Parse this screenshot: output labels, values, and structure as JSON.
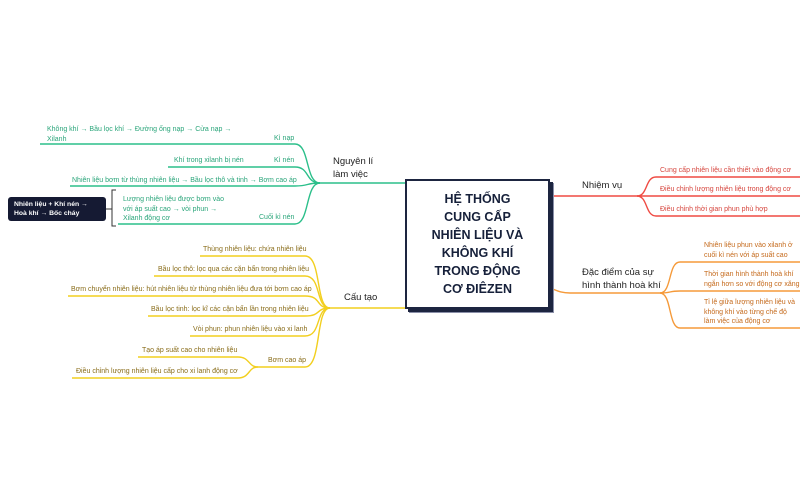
{
  "center": {
    "title_lines": [
      "HỆ THỐNG",
      "CUNG CẤP",
      "NHIÊN LIỆU VÀ",
      "KHÔNG KHÍ",
      "TRONG ĐỘNG",
      "CƠ ĐIÊZEN"
    ]
  },
  "colors": {
    "nguyen_li": "#2bbf8a",
    "cau_tao": "#f2cf1f",
    "nhiem_vu": "#ef4a42",
    "dac_diem": "#f59a3a",
    "center_border": "#1d2540"
  },
  "branches": {
    "nguyen_li": {
      "label_line1": "Nguyên lí",
      "label_line2": "làm việc",
      "children": [
        {
          "label": "Kì nạp",
          "detail_line1": "Không khí → Bầu lọc khí → Đường ống nạp → Cửa nạp →",
          "detail_line2": "Xilanh"
        },
        {
          "label": "Kì nén",
          "detail": "Khí trong xilanh bị nén"
        },
        {
          "detail": "Nhiên liệu bơm từ thùng nhiên liệu → Bầu lọc thô và tinh → Bơm cao áp"
        },
        {
          "label": "Cuối kì nén",
          "detail_line1": "Lượng nhiên liệu được bơm vào",
          "detail_line2": "với áp suất cao → vòi phun →",
          "detail_line3": "Xilanh động cơ",
          "note_line1": "Nhiên liệu + Khí nén →",
          "note_line2": "Hoà khí → Bốc cháy"
        }
      ]
    },
    "cau_tao": {
      "label": "Cấu tạo",
      "children": [
        {
          "text": "Thùng nhiên liệu: chứa nhiên liệu"
        },
        {
          "text": "Bầu lọc thô: lọc qua các cặn bẩn trong nhiên liệu"
        },
        {
          "text": "Bơm chuyển nhiên liệu: hút nhiên liệu từ thùng nhiên liệu đưa tới bơm cao áp"
        },
        {
          "text": "Bầu lọc tinh: lọc kĩ các cặn bẩn lần trong nhiên liệu"
        },
        {
          "text": "Vòi phun: phun nhiên liệu vào xi lanh"
        },
        {
          "text": "Bơm cao áp",
          "children": [
            {
              "text": "Tạo áp suất cao cho nhiên liệu"
            },
            {
              "text": "Điều chỉnh lượng nhiên liệu cấp cho xi lanh động cơ"
            }
          ]
        }
      ]
    },
    "nhiem_vu": {
      "label": "Nhiệm vụ",
      "children": [
        {
          "text": "Cung cấp nhiên liệu cần thiết vào động cơ"
        },
        {
          "text": "Điều chỉnh lượng nhiên liệu trong động cơ"
        },
        {
          "text": "Điều chỉnh thời gian phun phù hợp"
        }
      ]
    },
    "dac_diem": {
      "label_line1": "Đặc điểm của sự",
      "label_line2": "hình thành hoà khí",
      "children": [
        {
          "line1": "Nhiên liệu phun vào xilanh ở",
          "line2": "cuối kì nén với áp suất cao"
        },
        {
          "line1": "Thời gian hình thành hoà khí",
          "line2": "ngắn hơn so với động cơ xăng"
        },
        {
          "line1": "Tỉ lệ giữa lượng nhiên liệu và",
          "line2": "không khí vào từng chế độ",
          "line3": "làm việc của động cơ"
        }
      ]
    }
  }
}
